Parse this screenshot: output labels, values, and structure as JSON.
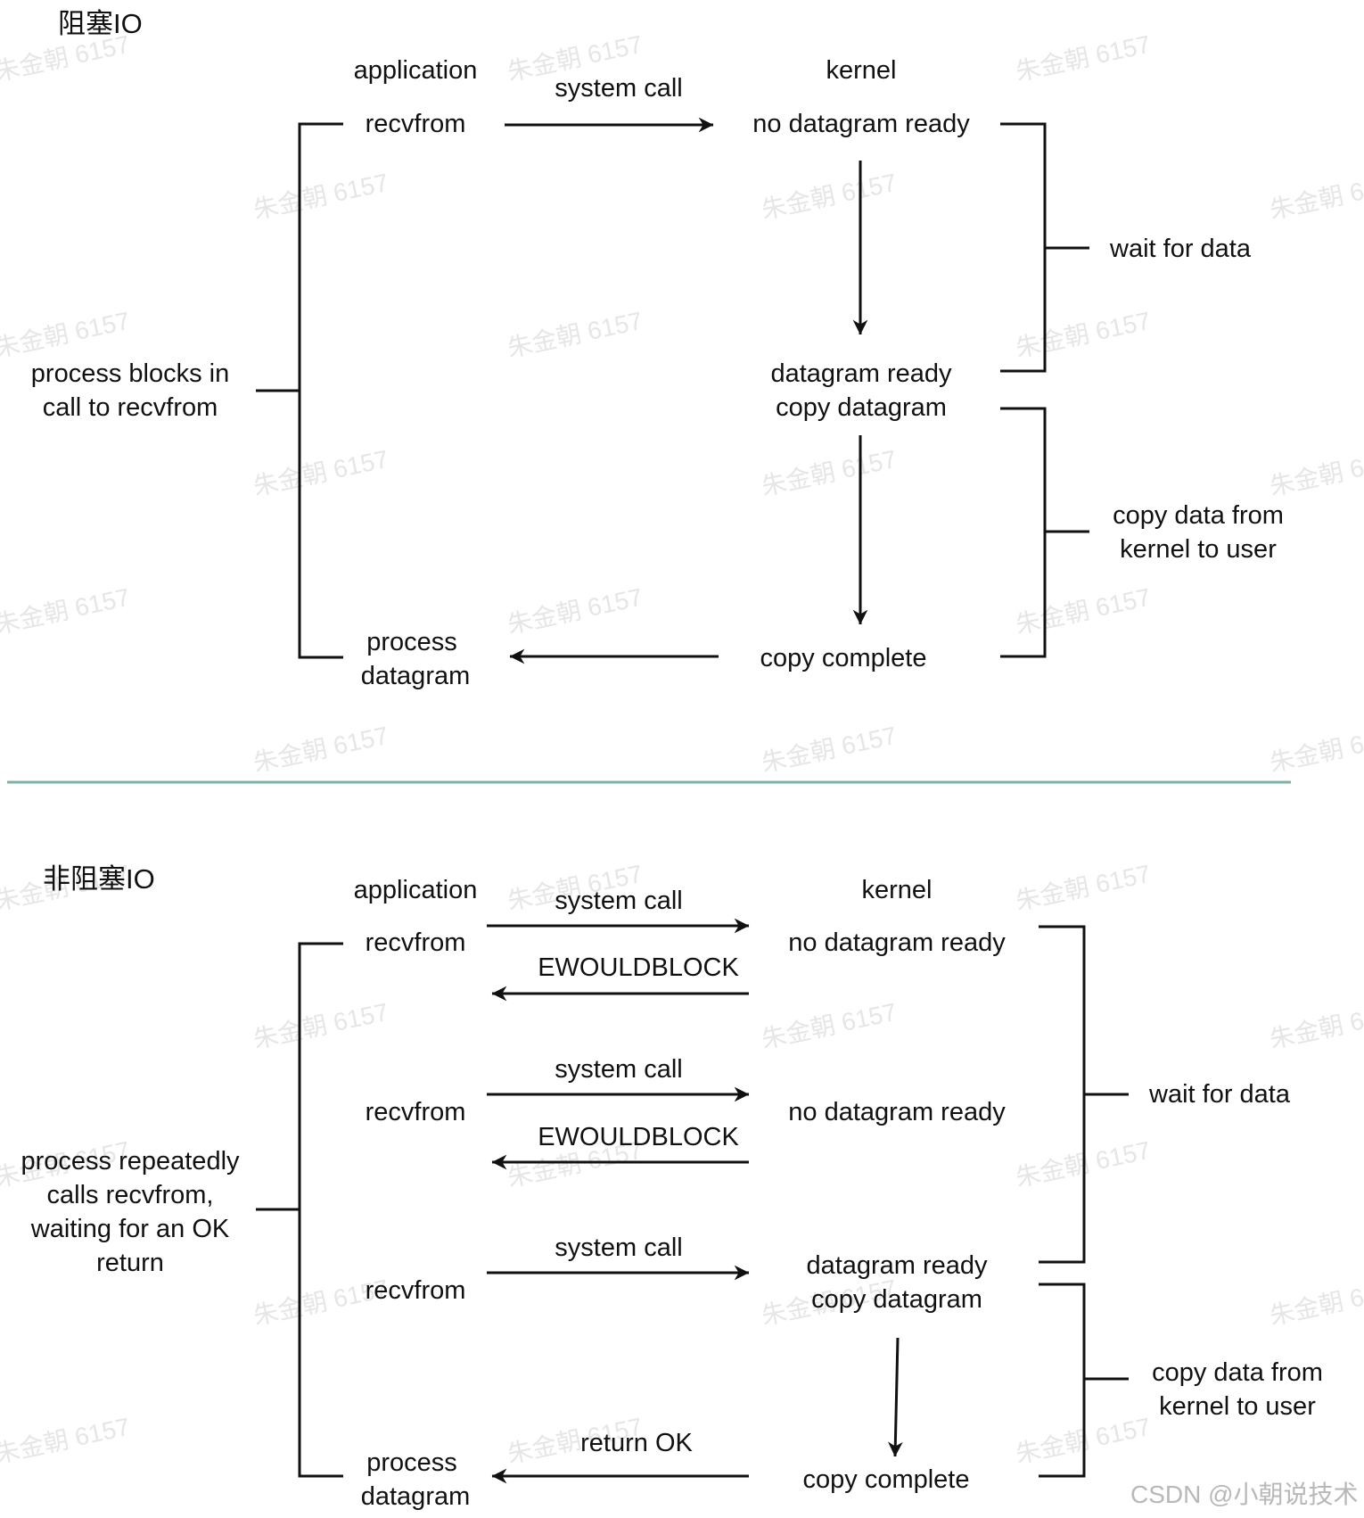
{
  "colors": {
    "ink": "#111111",
    "divider": "#7fb0a8",
    "watermark": "#e6e6e6",
    "credit": "#b8b8b8"
  },
  "watermark": "朱金朝 6157",
  "credit": "CSDN @小朝说技术",
  "blocking": {
    "title": "阻塞IO",
    "application_label": "application",
    "kernel_label": "kernel",
    "recvfrom": "recvfrom",
    "system_call": "system call",
    "no_datagram_ready": "no datagram ready",
    "datagram_ready": "datagram ready",
    "copy_datagram": "copy datagram",
    "copy_complete": "copy complete",
    "process_datagram": [
      "process",
      "datagram"
    ],
    "process_note": [
      "process blocks in",
      "call to recvfrom"
    ],
    "wait_for_data": "wait for data",
    "copy_data_note": [
      "copy data from",
      "kernel to user"
    ]
  },
  "nonblocking": {
    "title": "非阻塞IO",
    "application_label": "application",
    "kernel_label": "kernel",
    "rows": [
      {
        "app": "recvfrom",
        "call": "system call",
        "reply": "EWOULDBLOCK",
        "kernel": "no datagram ready"
      },
      {
        "app": "recvfrom",
        "call": "system call",
        "reply": "EWOULDBLOCK",
        "kernel": "no datagram ready"
      },
      {
        "app": "recvfrom",
        "call": "system call",
        "kernel": [
          "datagram ready",
          "copy datagram"
        ]
      }
    ],
    "return_ok": "return OK",
    "copy_complete": "copy complete",
    "process_datagram": [
      "process",
      "datagram"
    ],
    "process_note": [
      "process repeatedly",
      "calls recvfrom,",
      "waiting for an OK",
      "return"
    ],
    "wait_for_data": "wait for data",
    "copy_data_note": [
      "copy data from",
      "kernel to user"
    ]
  }
}
